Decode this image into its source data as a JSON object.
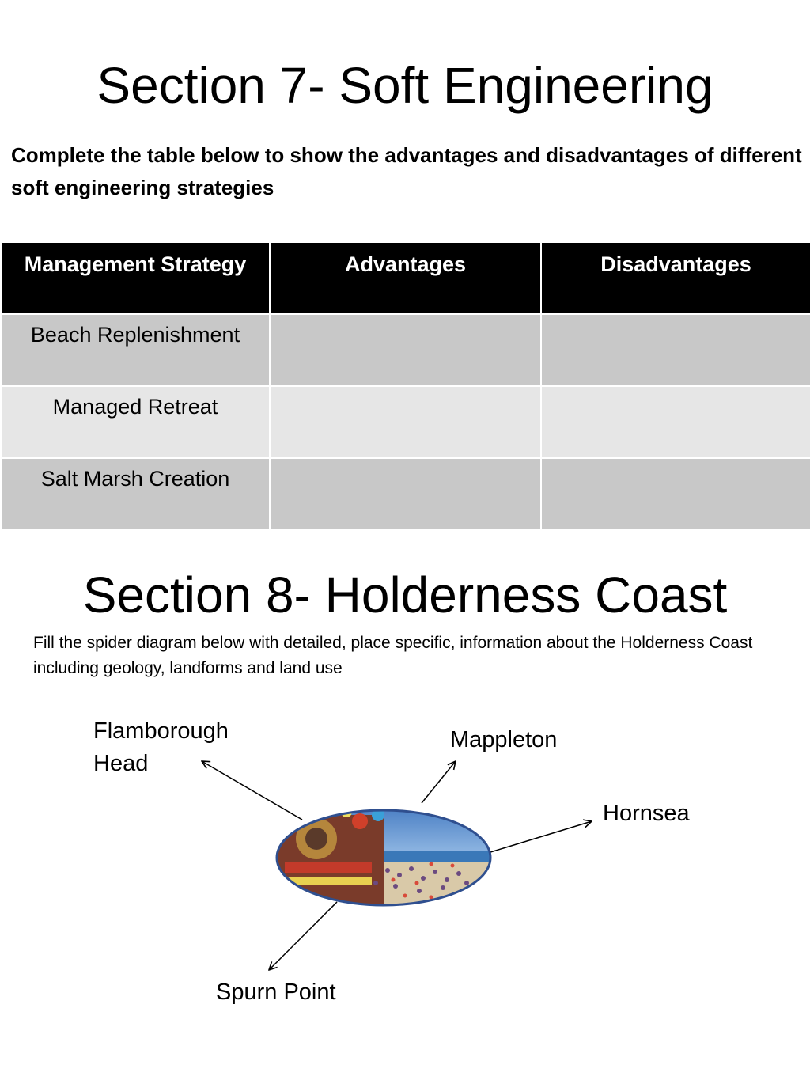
{
  "section7": {
    "title": "Section 7- Soft Engineering",
    "instruction": "Complete the table below to show the advantages and disadvantages of different soft engineering strategies",
    "table": {
      "headers": [
        "Management Strategy",
        "Advantages",
        "Disadvantages"
      ],
      "rows": [
        {
          "strategy": "Beach Replenishment",
          "advantages": "",
          "disadvantages": ""
        },
        {
          "strategy": "Managed Retreat",
          "advantages": "",
          "disadvantages": ""
        },
        {
          "strategy": "Salt Marsh Creation",
          "advantages": "",
          "disadvantages": ""
        }
      ]
    }
  },
  "section8": {
    "title": "Section 8- Holderness Coast",
    "instruction": "Fill the spider diagram below with detailed, place specific, information about the Holderness Coast including geology, landforms and land use",
    "diagram": {
      "center_image": "seaside-resort-photo",
      "labels": {
        "flamborough_line1": "Flamborough",
        "flamborough_line2": "Head",
        "mappleton": "Mappleton",
        "hornsea": "Hornsea",
        "spurn": "Spurn Point"
      }
    }
  },
  "colors": {
    "header_bg": "#000000",
    "row_dark": "#c8c8c8",
    "row_light": "#e6e6e6",
    "ellipse_border": "#2f4f8f"
  }
}
